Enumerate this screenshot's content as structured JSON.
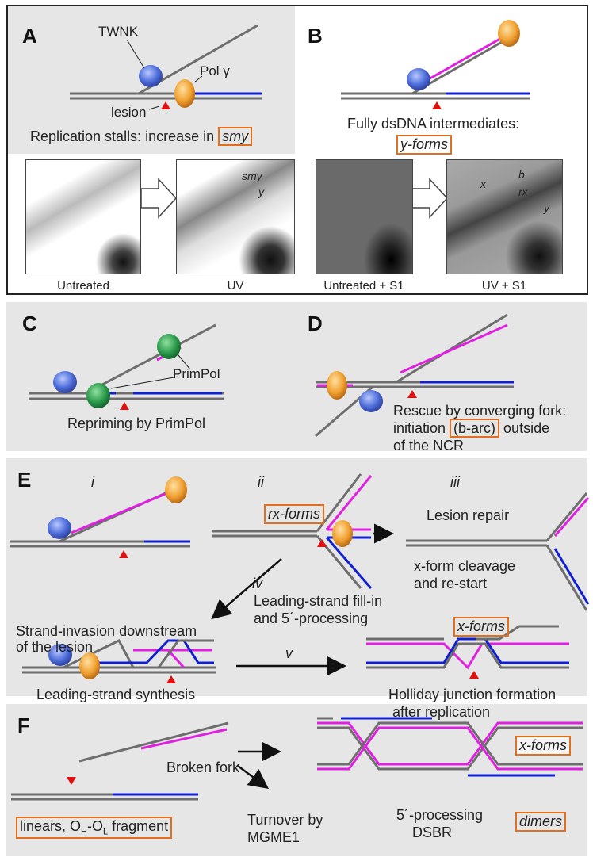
{
  "panels": {
    "A": {
      "letter": "A",
      "twnk": "TWNK",
      "polg": "Pol γ",
      "lesion": "lesion",
      "caption_pre": "Replication stalls: increase in ",
      "caption_boxed": "smy"
    },
    "B": {
      "letter": "B",
      "caption_line1": "Fully dsDNA intermediates:",
      "caption_boxed": "y-forms"
    },
    "gels": {
      "untreated": "Untreated",
      "uv": "UV",
      "untreated_s1": "Untreated + S1",
      "uv_s1": "UV + S1",
      "arc_smy": "smy",
      "arc_y": "y",
      "arc_x": "x",
      "arc_b": "b",
      "arc_rx": "rx",
      "arc_y2": "y"
    },
    "C": {
      "letter": "C",
      "primpol": "PrimPol",
      "caption": "Repriming by PrimPol"
    },
    "D": {
      "letter": "D",
      "caption_line1": "Rescue by converging fork:",
      "caption_line2_pre": "initiation ",
      "caption_line2_boxed": "(b-arc)",
      "caption_line2_post": " outside",
      "caption_line3": "of the NCR"
    },
    "E": {
      "letter": "E",
      "step_i": "i",
      "step_ii": "ii",
      "step_iii": "iii",
      "step_iv": "iv",
      "step_v": "v",
      "rx_forms": "rx-forms",
      "lesion_repair": "Lesion repair",
      "x_cleavage_1": "x-form cleavage",
      "x_cleavage_2": "and re-start",
      "fill_in_1": "Leading-strand fill-in",
      "fill_in_2": "and 5´-processing",
      "invasion_1": "Strand-invasion downstream",
      "invasion_2": "of the lesion",
      "leading_synth": "Leading-strand synthesis",
      "x_forms": "x-forms",
      "holliday_1": "Holliday junction formation",
      "holliday_2": "after replication"
    },
    "F": {
      "letter": "F",
      "broken_fork": "Broken fork",
      "linears": "linears, O",
      "linears_sub1": "H",
      "linears_mid": "-O",
      "linears_sub2": "L",
      "linears_post": " fragment",
      "turnover_1": "Turnover by",
      "turnover_2": "MGME1",
      "processing_1": "5´-processing",
      "processing_2": "DSBR",
      "x_forms": "x-forms",
      "dimers": "dimers"
    }
  },
  "colors": {
    "dna_gray": "#6e6e6e",
    "blue_strand": "#1020d0",
    "magenta_strand": "#e020e0",
    "lesion_red": "#e01010",
    "box_orange": "#e07020",
    "panel_gray": "#e6e6e6",
    "twnk_blue": "#4a6ad8",
    "polg_orange": "#f0a030",
    "primpol_green": "#2a9a4a"
  }
}
